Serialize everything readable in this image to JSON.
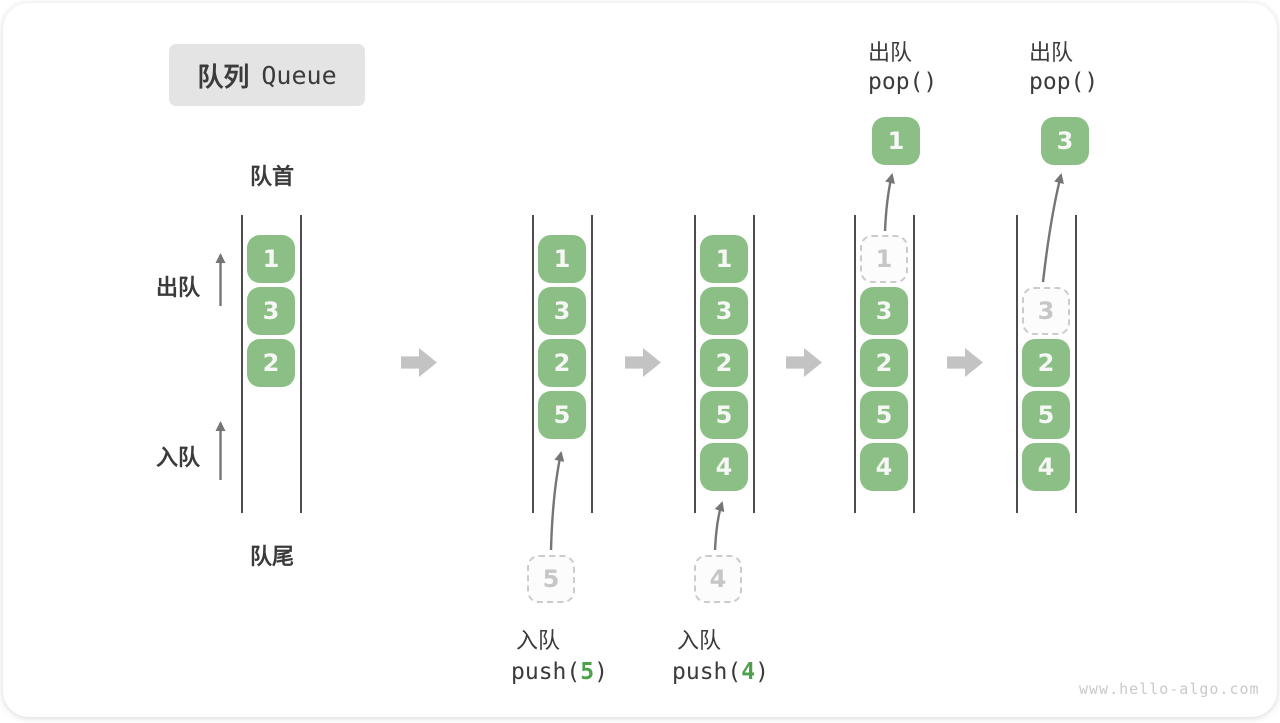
{
  "title": {
    "zh": "队列",
    "en": "Queue"
  },
  "labels": {
    "front": "队首",
    "rear": "队尾",
    "dequeue": "出队",
    "enqueue": "入队"
  },
  "operations": {
    "push5": {
      "label": "入队",
      "fn": "push(",
      "arg": "5",
      "close": ")"
    },
    "push4": {
      "label": "入队",
      "fn": "push(",
      "arg": "4",
      "close": ")"
    },
    "pop_first": {
      "label": "出队",
      "code": "pop()"
    },
    "pop_second": {
      "label": "出队",
      "code": "pop()"
    }
  },
  "queues": {
    "q1": {
      "items": [
        "1",
        "3",
        "2"
      ]
    },
    "q2": {
      "items": [
        "1",
        "3",
        "2",
        "5"
      ],
      "incoming": "5"
    },
    "q3": {
      "items": [
        "1",
        "3",
        "2",
        "5",
        "4"
      ],
      "incoming": "4"
    },
    "q4": {
      "items": [
        "3",
        "2",
        "5",
        "4"
      ],
      "ghost": "1",
      "popped": "1"
    },
    "q5": {
      "items": [
        "2",
        "5",
        "4"
      ],
      "ghost": "3",
      "popped": "3"
    }
  },
  "watermark": "www.hello-algo.com",
  "colors": {
    "cell-green": "#8CBF86",
    "cell-text": "#F5F8F4",
    "text-dark": "#3B3B3B",
    "arg-green": "#4BA24B",
    "line-dark": "#4D4D4D",
    "arrow-gray": "#757575",
    "block-arrow": "#C3C3C3",
    "ghost-border": "#CBCBCB",
    "ghost-text": "#C6C6C6",
    "ghost-bg": "#FCFCFC",
    "title-bg": "#E4E4E4",
    "watermark-gray": "#C9C9C9"
  }
}
